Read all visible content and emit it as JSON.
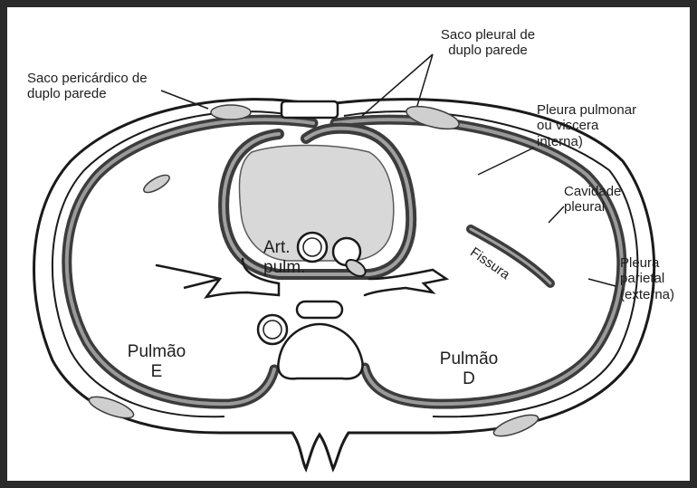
{
  "labels": {
    "saco_pericardico": "Saco pericárdico de\nduplo parede",
    "saco_pleural": "Saco pleural de\nduplo parede",
    "pleura_pulmonar": "Pleura pulmonar\nou viscera\ninterna)",
    "cavidade_pleural": "Cavidade\npleural",
    "pleura_parietal": "Pleura\nparietal\n(externa)",
    "art_pulm": "Art.\npulm.",
    "pulmao_e": "Pulmão\nE",
    "pulmao_d": "Pulmão\nD",
    "fissura": "Fissura"
  },
  "colors": {
    "frame": "#2a2a2a",
    "outline": "#1a1a1a",
    "membrane_fill": "#8c8c8c",
    "membrane_dark": "#3c3c3c",
    "background": "#ffffff"
  }
}
